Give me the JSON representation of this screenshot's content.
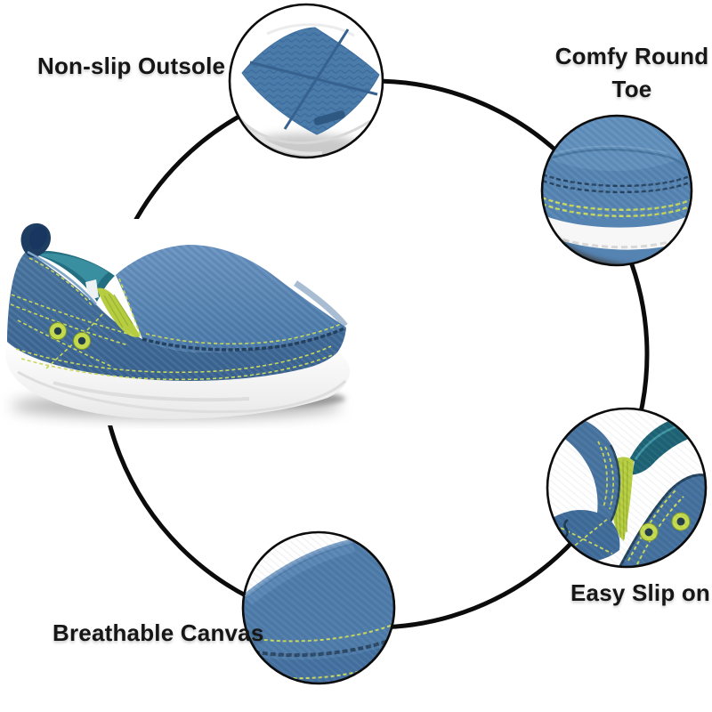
{
  "product": {
    "name": "blue canvas slip-on shoe",
    "colors": {
      "canvas_blue": "#4a77a5",
      "vamp_light_blue": "#5d8ab6",
      "dark_panel_blue": "#3f6b99",
      "heel_tab_navy": "#1d3d61",
      "lining_teal": "#246e81",
      "elastic_lime": "#b6cd41",
      "stitch_yellow_green": "#c9d85c",
      "stitch_navy": "#253f5e",
      "sole_white": "#fbfbfb",
      "connector_black": "#0c0c0c",
      "label_text": "#161616",
      "background": "#ffffff"
    }
  },
  "callouts": {
    "outsole": {
      "label": "Non-slip Outsole"
    },
    "toe": {
      "label": "Comfy Round Toe"
    },
    "slip_on": {
      "label": "Easy Slip on"
    },
    "canvas": {
      "label": "Breathable Canvas"
    }
  }
}
